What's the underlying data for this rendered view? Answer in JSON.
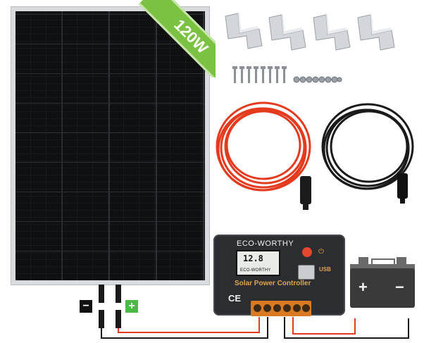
{
  "panel": {
    "wattage_label": "120W"
  },
  "polarity": {
    "negative": "−",
    "positive": "+"
  },
  "controller": {
    "brand": "ECO-WORTHY",
    "lcd_number": "12.8",
    "lcd_brand": "ECO-WORTHY",
    "title": "Solar Power Controller",
    "ce_mark": "CE",
    "power_symbol": "⏻",
    "usb_label": "USB"
  },
  "battery": {
    "plus": "+",
    "minus": "−"
  },
  "colors": {
    "panel_cell": "#0f1012",
    "badge_green": "#7cc242",
    "red_cable": "#e43a1e",
    "black_cable": "#1a1a1a",
    "controller_body": "#2b2d30",
    "terminal_orange": "#d97a22"
  },
  "icons": [
    "bracket-icon",
    "screw-icon",
    "nut-icon",
    "red-cable-icon",
    "black-cable-icon",
    "battery-icon",
    "mc4-connector-icon"
  ]
}
